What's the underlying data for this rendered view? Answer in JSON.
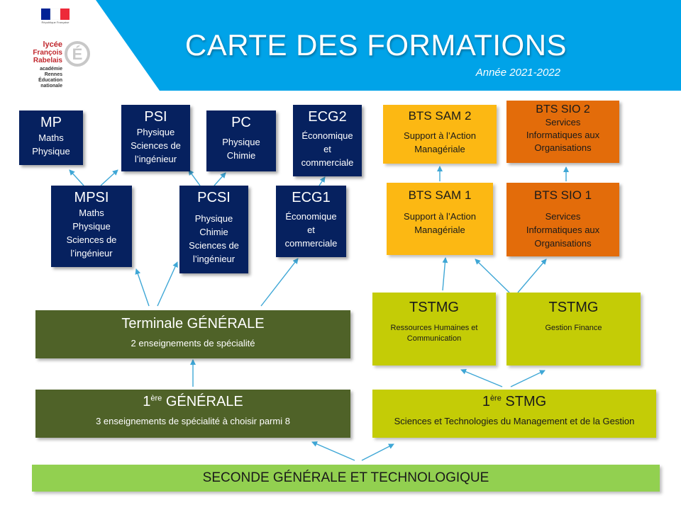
{
  "header": {
    "title": "CARTE DES FORMATIONS",
    "year": "Année 2021-2022",
    "logo": {
      "ministry": "République Française",
      "school_line1": "lycée",
      "school_line2": "François Rabelais",
      "sub1": "académie",
      "sub2": "Rennes",
      "sub3": "Éducation",
      "sub4": "nationale"
    }
  },
  "cpge": {
    "mp": {
      "title": "MP",
      "l1": "Maths",
      "l2": "Physique"
    },
    "psi": {
      "title": "PSI",
      "l1": "Physique",
      "l2": "Sciences de",
      "l3": "l’ingénieur"
    },
    "pc": {
      "title": "PC",
      "l1": "Physique",
      "l2": "Chimie"
    },
    "ecg2": {
      "title": "ECG2",
      "l1": "Économique",
      "l2": "et",
      "l3": "commerciale"
    },
    "mpsi": {
      "title": "MPSI",
      "l1": "Maths",
      "l2": "Physique",
      "l3": "Sciences de",
      "l4": "l’ingénieur"
    },
    "pcsi": {
      "title": "PCSI",
      "l1": "Physique",
      "l2": "Chimie",
      "l3": "Sciences de",
      "l4": "l’ingénieur"
    },
    "ecg1": {
      "title": "ECG1",
      "l1": "Économique",
      "l2": "et",
      "l3": "commerciale"
    }
  },
  "bts": {
    "sam2": {
      "title": "BTS SAM 2",
      "l1": "Support  à l’Action",
      "l2": "Managériale"
    },
    "sio2": {
      "title": "BTS SIO 2",
      "l1": "Services",
      "l2": "Informatiques aux",
      "l3": "Organisations"
    },
    "sam1": {
      "title": "BTS SAM 1",
      "l1": "Support  à l’Action",
      "l2": "Managériale"
    },
    "sio1": {
      "title": "BTS SIO 1",
      "l1": "Services",
      "l2": "Informatiques aux",
      "l3": "Organisations"
    }
  },
  "tstmg": {
    "rh": {
      "title": "TSTMG",
      "l1": "Ressources Humaines et",
      "l2": "Communication"
    },
    "gf": {
      "title": "TSTMG",
      "l1": "Gestion Finance"
    }
  },
  "lycee": {
    "terminale": {
      "title": "Terminale GÉNÉRALE",
      "sub": "2 enseignements de spécialité"
    },
    "premiere_gen": {
      "num": "1",
      "sup": "ère",
      "title": " GÉNÉRALE",
      "sub": "3 enseignements de spécialité à choisir parmi 8"
    },
    "premiere_stmg": {
      "num": "1",
      "sup": "ère",
      "title": " STMG",
      "sub": "Sciences et Technologies du Management  et  de la Gestion"
    },
    "seconde": {
      "title": "SECONDE GÉNÉRALE ET TECHNOLOGIQUE"
    }
  },
  "colors": {
    "banner": "#00a3e8",
    "cpge": "#06215f",
    "generale": "#4f6228",
    "stmg": "#c4cc06",
    "sam": "#fcb813",
    "sio": "#e36c0a",
    "seconde": "#92d050",
    "arrow": "#3fa7d6"
  }
}
